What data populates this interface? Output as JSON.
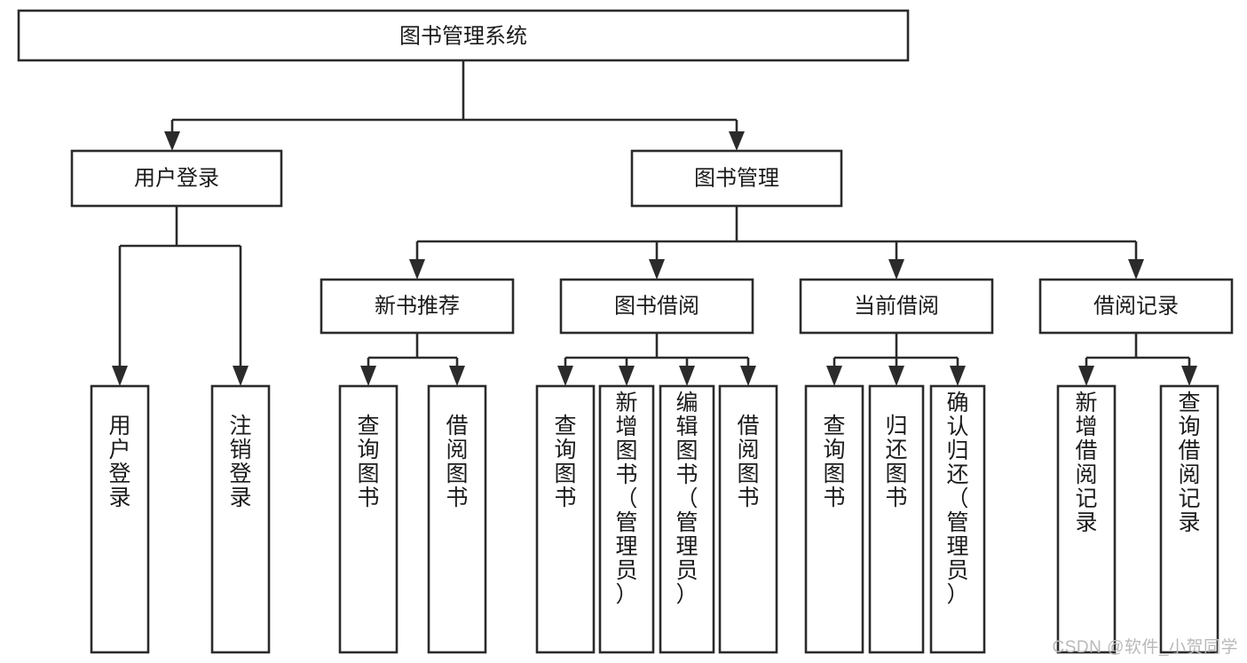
{
  "diagram": {
    "type": "tree-hierarchy-chart",
    "title": "图书管理系统",
    "watermark": "CSDN @软件_小贺同学",
    "colors": {
      "stroke": "#2b2b2b",
      "fill": "#ffffff",
      "text": "#1b1b1b",
      "watermark": "#b9b9b9",
      "background": "#ffffff"
    },
    "levels": {
      "root": {
        "label": "图书管理系统"
      },
      "level2": [
        {
          "label": "用户登录"
        },
        {
          "label": "图书管理"
        }
      ],
      "level3": [
        {
          "label": "新书推荐"
        },
        {
          "label": "图书借阅"
        },
        {
          "label": "当前借阅"
        },
        {
          "label": "借阅记录"
        }
      ],
      "leaves": [
        {
          "label": "用户登录",
          "parent": "用户登录"
        },
        {
          "label": "注销登录",
          "parent": "用户登录"
        },
        {
          "label": "查询图书",
          "parent": "新书推荐"
        },
        {
          "label": "借阅图书",
          "parent": "新书推荐"
        },
        {
          "label": "查询图书",
          "parent": "图书借阅"
        },
        {
          "label": "新增图书（管理员）",
          "parent": "图书借阅"
        },
        {
          "label": "编辑图书（管理员）",
          "parent": "图书借阅"
        },
        {
          "label": "借阅图书",
          "parent": "图书借阅"
        },
        {
          "label": "查询图书",
          "parent": "当前借阅"
        },
        {
          "label": "归还图书",
          "parent": "当前借阅"
        },
        {
          "label": "确认归还（管理员）",
          "parent": "当前借阅"
        },
        {
          "label": "新增借阅记录",
          "parent": "借阅记录"
        },
        {
          "label": "查询借阅记录",
          "parent": "借阅记录"
        }
      ]
    }
  }
}
